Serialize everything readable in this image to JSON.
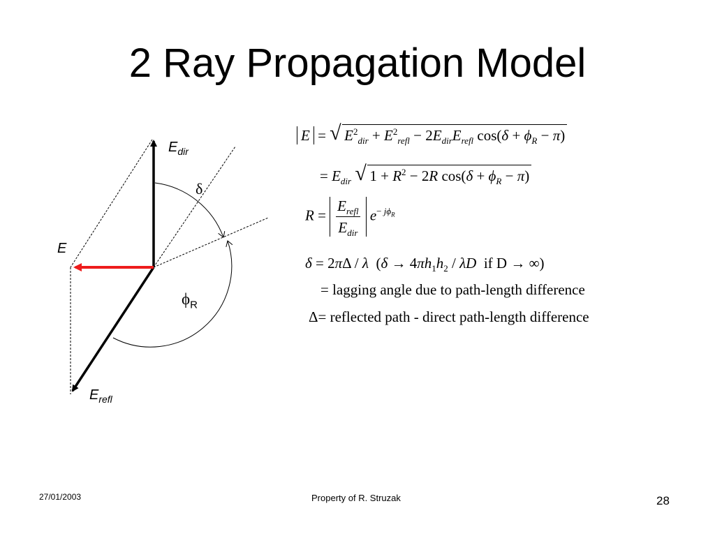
{
  "slide": {
    "title": "2 Ray Propagation Model",
    "footer_date": "27/01/2003",
    "footer_center": "Property of R. Struzak",
    "page_number": "28"
  },
  "diagram": {
    "e_dir_main": "E",
    "e_dir_sub": "dir",
    "e_label": "E",
    "e_refl_main": "E",
    "e_refl_sub": "refl",
    "delta_symbol": "δ",
    "phi_symbol": "ϕ",
    "phi_sub": "R"
  },
  "equations": {
    "eq1_lhs": "|E| =",
    "eq1_rhs": "E²dir + E²refl − 2EdirErefl cos(δ + ϕR − π)",
    "eq2": "= Edir √(1 + R² − 2R cos(δ + ϕR − π))",
    "eq3": "R = |Erefl / Edir| e^(−jϕR)",
    "eq4": "δ = 2πΔ/λ  (δ → 4πh1h2/λD  if D → ∞)",
    "desc1": "= lagging angle due to path-length difference",
    "desc2_symbol": "Δ",
    "desc2": "= reflected path - direct path-length difference"
  },
  "colors": {
    "resultant_arrow": "#ee1c1c",
    "vector": "#000000"
  }
}
